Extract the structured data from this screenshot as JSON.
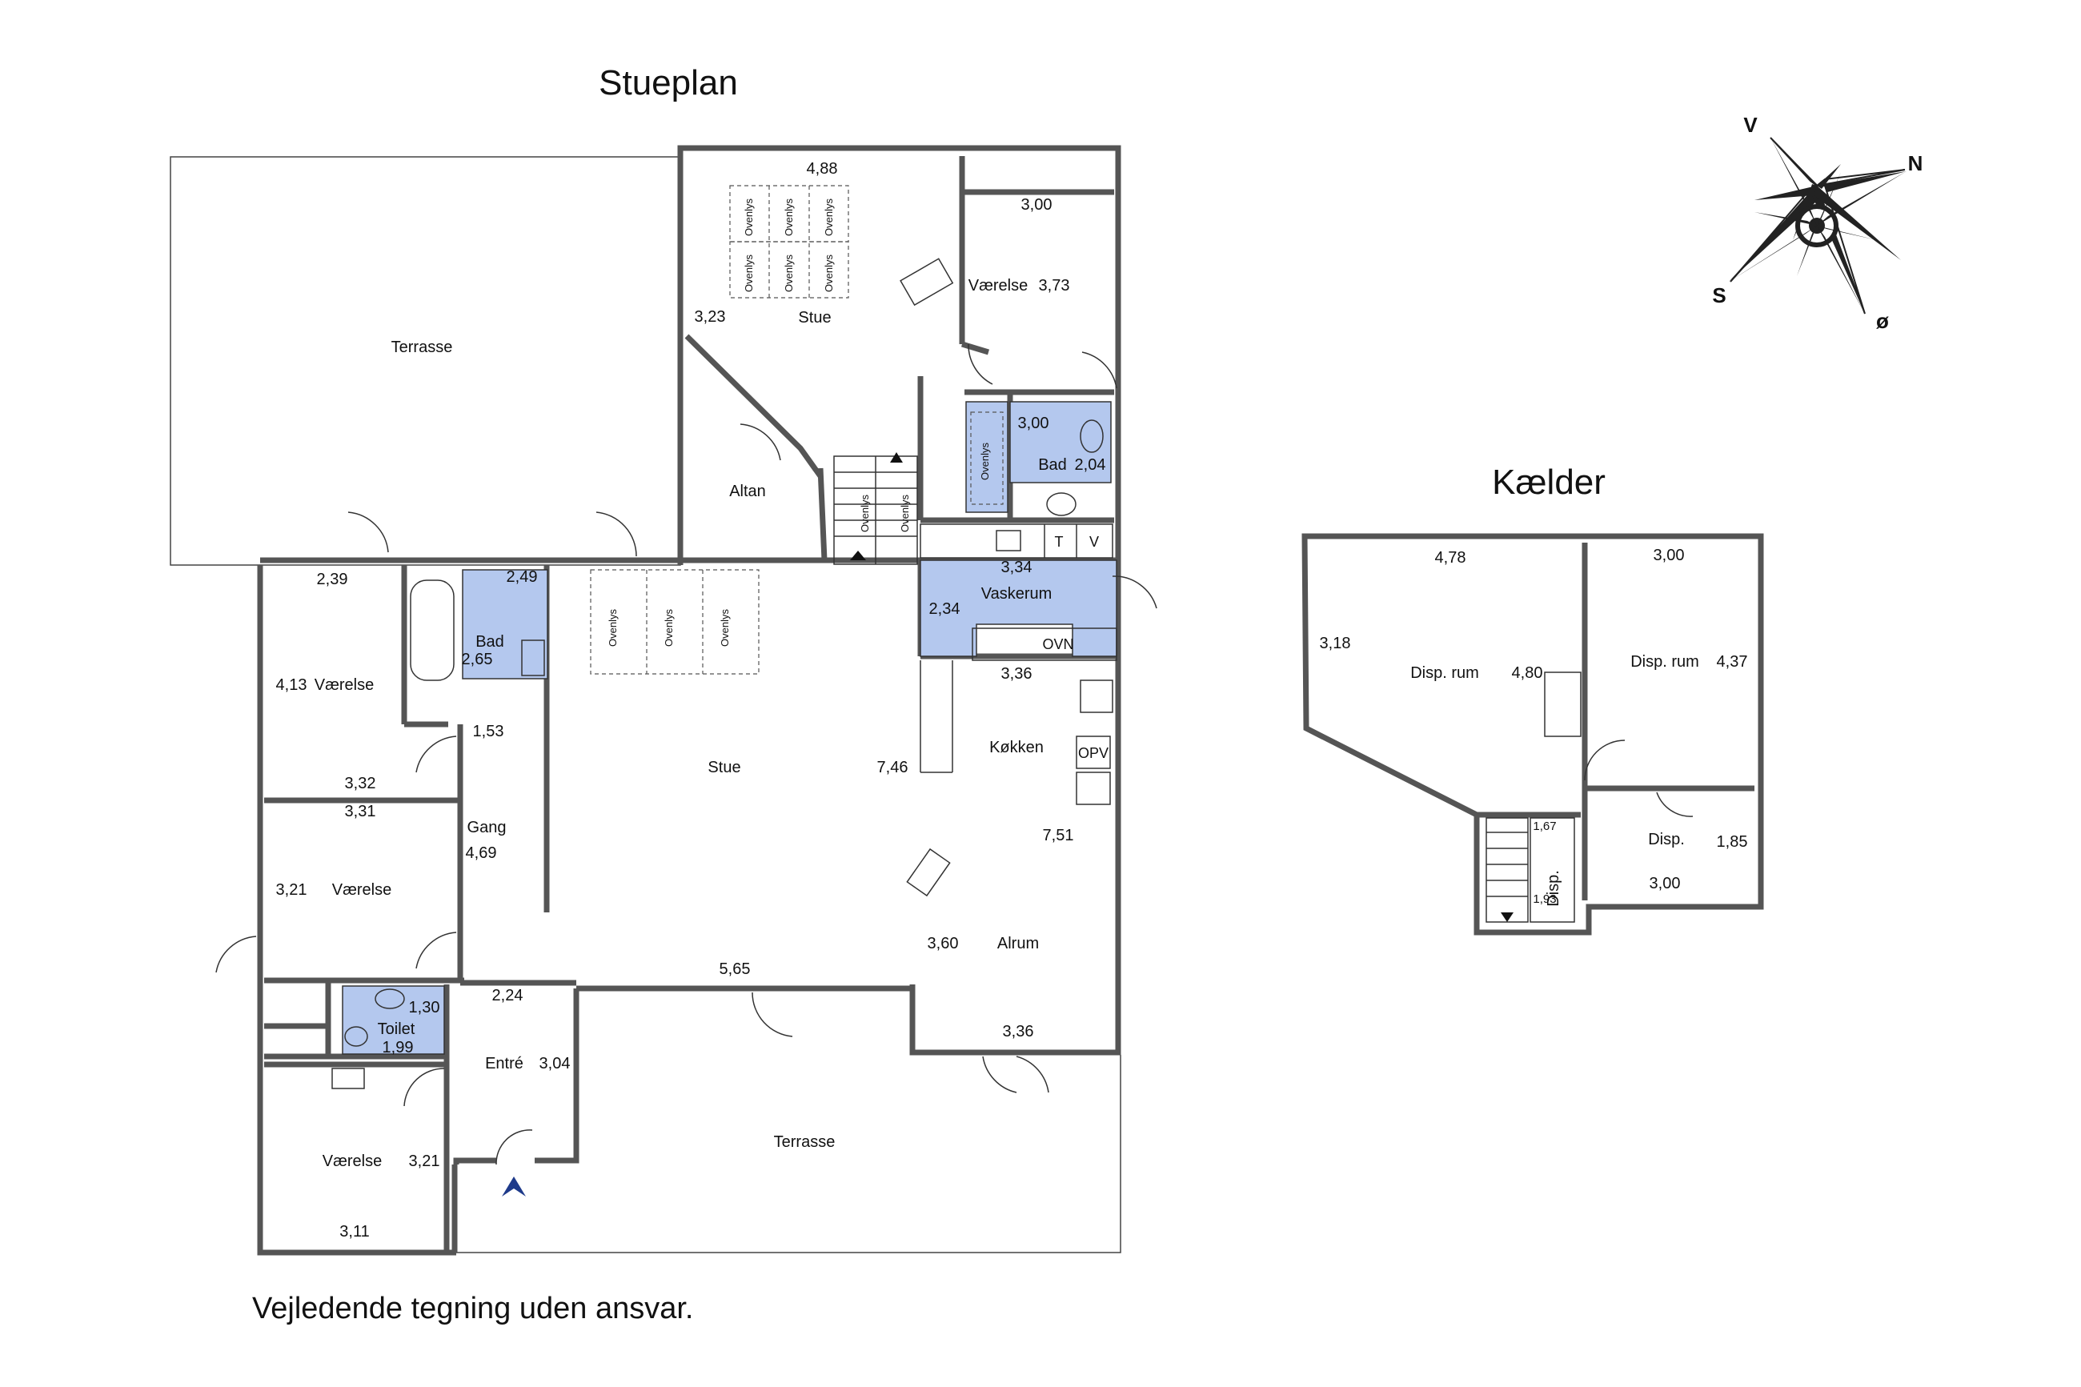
{
  "titles": {
    "ground_floor": "Stueplan",
    "basement": "Kælder",
    "disclaimer": "Vejledende tegning uden ansvar."
  },
  "compass": {
    "v": "V",
    "n": "N",
    "s": "S",
    "o": "ø"
  },
  "rooms": {
    "terrasse_top": "Terrasse",
    "stue_top": "Stue",
    "altan": "Altan",
    "vaerelse_top": "Værelse",
    "bad_top": "Bad",
    "vaskerum": "Vaskerum",
    "koekken": "Køkken",
    "stue_main": "Stue",
    "bad_left": "Bad",
    "vaerelse_1": "Værelse",
    "vaerelse_2": "Værelse",
    "gang": "Gang",
    "toilet": "Toilet",
    "entre": "Entré",
    "vaerelse_3": "Værelse",
    "alrum": "Alrum",
    "terrasse_bottom": "Terrasse",
    "disp_rum_1": "Disp. rum",
    "disp_rum_2": "Disp. rum",
    "disp_small": "Disp.",
    "disp_stair": "Disp."
  },
  "fixtures": {
    "ovenlys": "Ovenlys",
    "ovn": "OVN",
    "opv": "OPV",
    "t": "T",
    "v": "V"
  },
  "dims": {
    "stue_top_w": "4,88",
    "stue_top_h": "3,23",
    "vaerelse_top_w": "3,00",
    "vaerelse_top_h": "3,73",
    "bad_top_w": "3,00",
    "bad_top_h": "2,04",
    "vaskerum_w": "3,34",
    "vaskerum_h": "2,34",
    "koekken_w": "3,36",
    "koekken_h": "7,46",
    "koekken_h2": "7,51",
    "bad_left_w": "2,49",
    "bad_left_h": "2,65",
    "v1_w": "2,39",
    "v1_h": "4,13",
    "v1_b": "3,32",
    "v2_w": "3,31",
    "v2_h": "3,21",
    "gang_w": "1,53",
    "gang_h": "4,69",
    "stue_main_w": "5,65",
    "entre_w": "2,24",
    "entre_h": "3,04",
    "toilet_h": "1,30",
    "toilet_w": "1,99",
    "v3_h": "3,21",
    "v3_w": "3,11",
    "alrum_h": "3,60",
    "alrum_w": "3,36",
    "k1_w": "4,78",
    "k1_h": "3,18",
    "k1_h2": "4,80",
    "k2_w": "3,00",
    "k2_h": "4,37",
    "k3_w": "3,00",
    "k3_h": "1,85",
    "k4_a": "1,67",
    "k4_b": "1,93"
  }
}
